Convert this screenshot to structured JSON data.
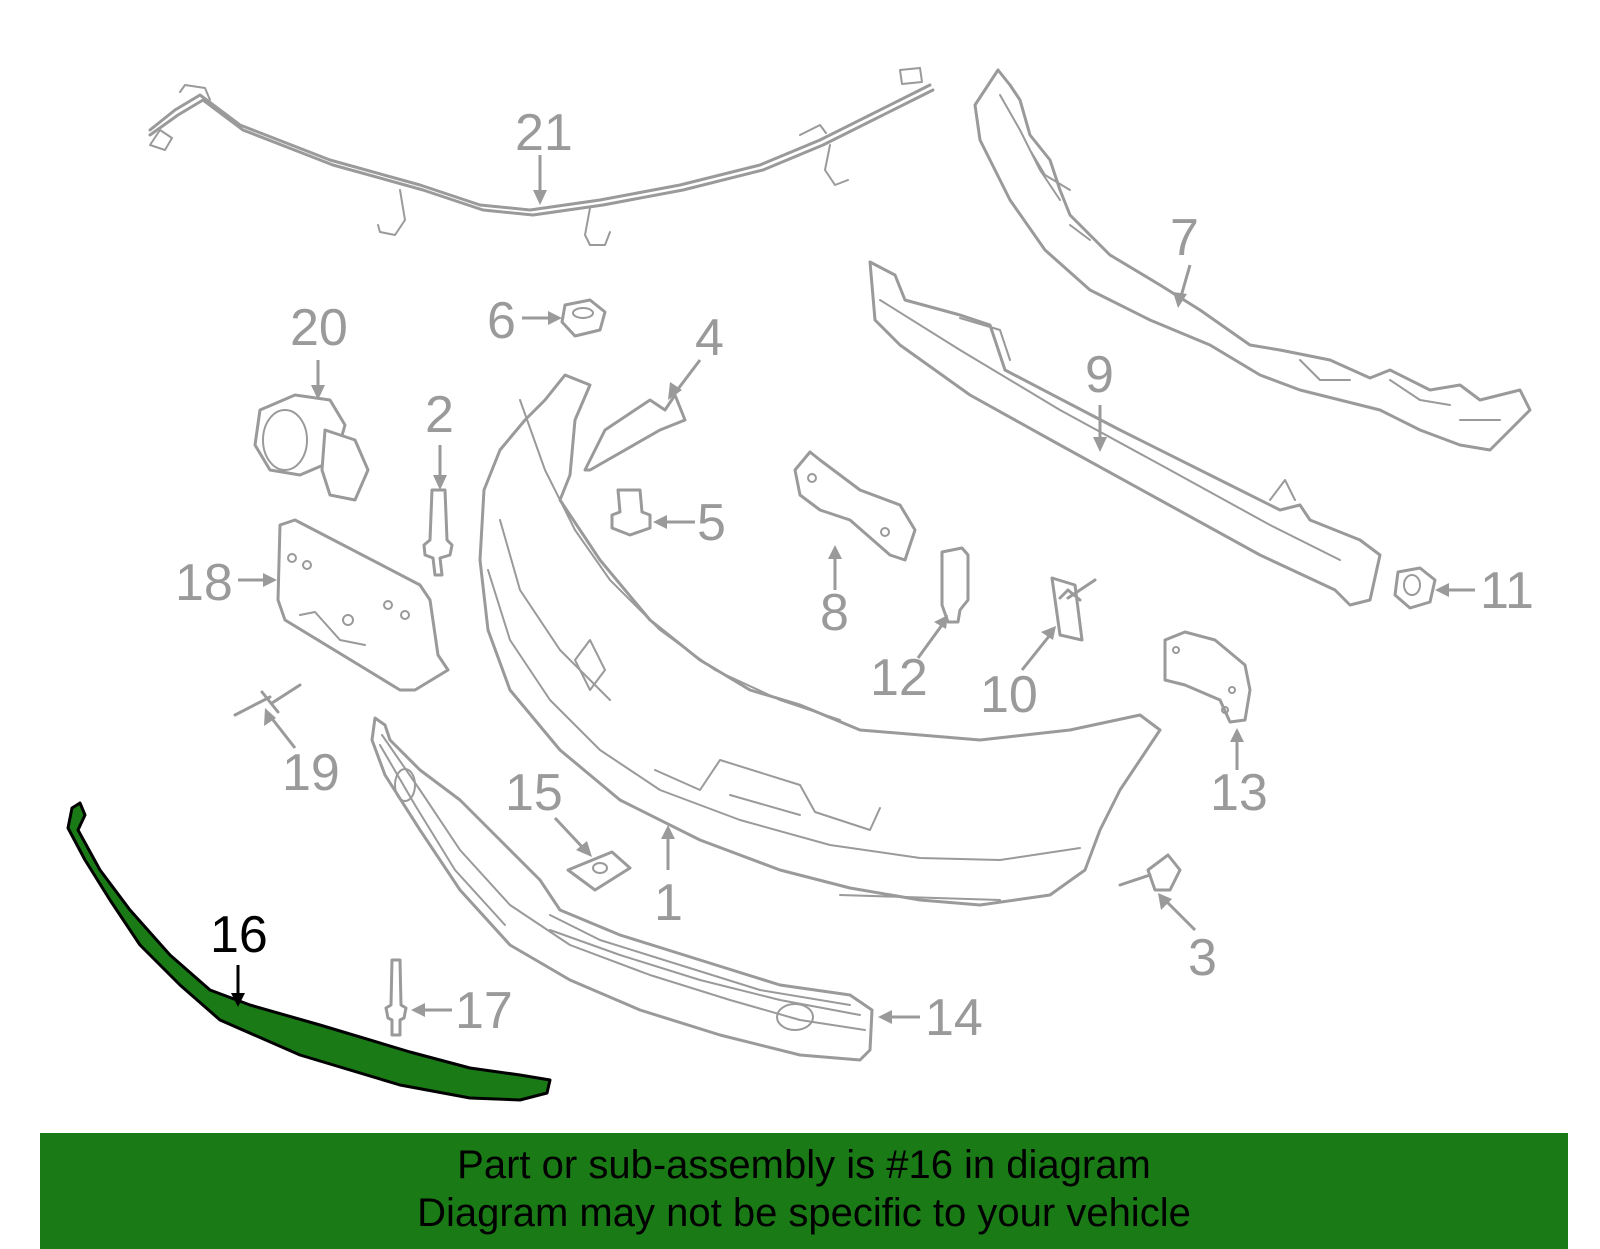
{
  "callouts": {
    "c1": "1",
    "c2": "2",
    "c3": "3",
    "c4": "4",
    "c5": "5",
    "c6": "6",
    "c7": "7",
    "c8": "8",
    "c9": "9",
    "c10": "10",
    "c11": "11",
    "c12": "12",
    "c13": "13",
    "c14": "14",
    "c15": "15",
    "c16": "16",
    "c17": "17",
    "c18": "18",
    "c19": "19",
    "c20": "20",
    "c21": "21"
  },
  "highlighted_part": "16",
  "colors": {
    "banner_background": "#1a7a16",
    "highlight_fill": "#1a7a16",
    "part_stroke": "#9a9a9a",
    "text_dark": "#000000"
  },
  "banner": {
    "line1": "Part or sub-assembly is #16 in diagram",
    "line2": "Diagram may not be specific to your vehicle"
  }
}
